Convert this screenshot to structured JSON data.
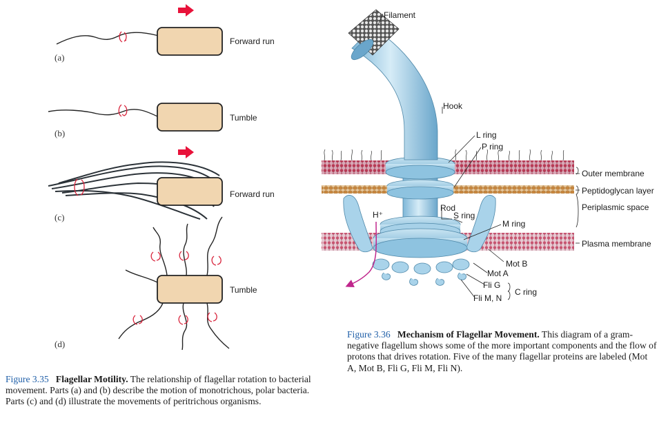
{
  "left_figure": {
    "panels": [
      {
        "id": "a",
        "label": "(a)",
        "motion": "Forward run"
      },
      {
        "id": "b",
        "label": "(b)",
        "motion": "Tumble"
      },
      {
        "id": "c",
        "label": "(c)",
        "motion": "Forward run"
      },
      {
        "id": "d",
        "label": "(d)",
        "motion": "Tumble"
      }
    ],
    "caption": {
      "number": "Figure 3.35",
      "title": "Flagellar Motility.",
      "text": "The relationship of flagellar rotation to bacterial movement. Parts (a) and (b) describe the motion of monotrichous, polar bacteria. Parts (c) and (d) illustrate the movements of peritrichous organisms."
    }
  },
  "right_figure": {
    "labels": {
      "filament": "Filament",
      "hook": "Hook",
      "l_ring": "L ring",
      "p_ring": "P ring",
      "outer_membrane": "Outer membrane",
      "peptidoglycan": "Peptidoglycan layer",
      "periplasmic": "Periplasmic space",
      "rod": "Rod",
      "s_ring": "S ring",
      "m_ring": "M ring",
      "plasma_membrane": "Plasma membrane",
      "h_plus": "H⁺",
      "mot_b": "Mot B",
      "mot_a": "Mot A",
      "fli_g": "Fli G",
      "fli_mn": "Fli M, N",
      "c_ring": "C ring"
    },
    "caption": {
      "number": "Figure 3.36",
      "title": "Mechanism of Flagellar Movement.",
      "text": "This diagram of a gram-negative flagellum shows some of the more important components and the flow of protons that drives rotation. Five of the many flagellar proteins are labeled (Mot A, Mot B, Fli G, Fli M, Fli N)."
    }
  },
  "colors": {
    "cell_fill": "#f1d6b0",
    "arrow_red": "#e8123a",
    "rotation_red": "#d8243c",
    "flagellum_blue": "#a9d3ea",
    "outer_membrane": "#b83a55",
    "peptidoglycan": "#c8a070",
    "proton_arrow": "#c0268c"
  }
}
